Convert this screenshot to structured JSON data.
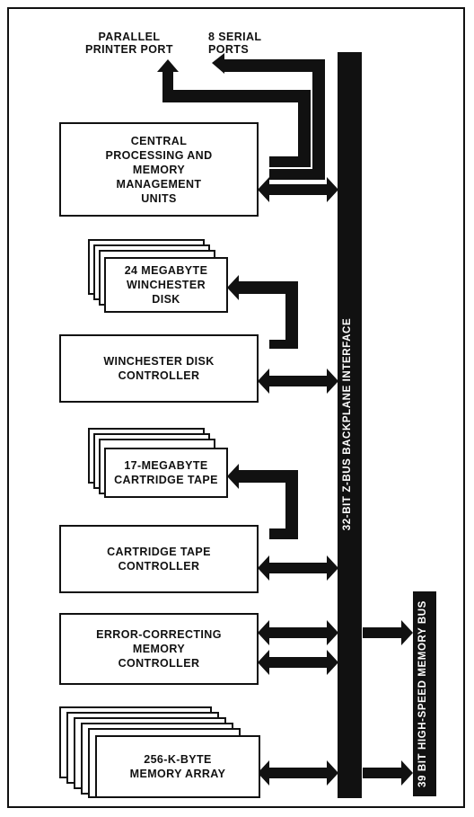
{
  "labels": {
    "parallel_port": "PARALLEL\nPRINTER PORT",
    "serial_ports": "8 SERIAL\nPORTS"
  },
  "blocks": {
    "cpu": "CENTRAL\nPROCESSING AND\nMEMORY\nMANAGEMENT\nUNITS",
    "winchester_disk": "24 MEGABYTE\nWINCHESTER\nDISK",
    "winchester_controller": "WINCHESTER DISK\nCONTROLLER",
    "cartridge_tape": "17-MEGABYTE\nCARTRIDGE TAPE",
    "tape_controller": "CARTRIDGE TAPE\nCONTROLLER",
    "ecc_controller": "ERROR-CORRECTING\nMEMORY\nCONTROLLER",
    "memory_array": "256-K-BYTE\nMEMORY ARRAY"
  },
  "buses": {
    "zbus": "32-BIT Z-BUS BACKPLANE INTERFACE",
    "memory_bus": "39 BIT HIGH-SPEED MEMORY BUS"
  },
  "colors": {
    "ink": "#111111",
    "paper": "#ffffff"
  }
}
